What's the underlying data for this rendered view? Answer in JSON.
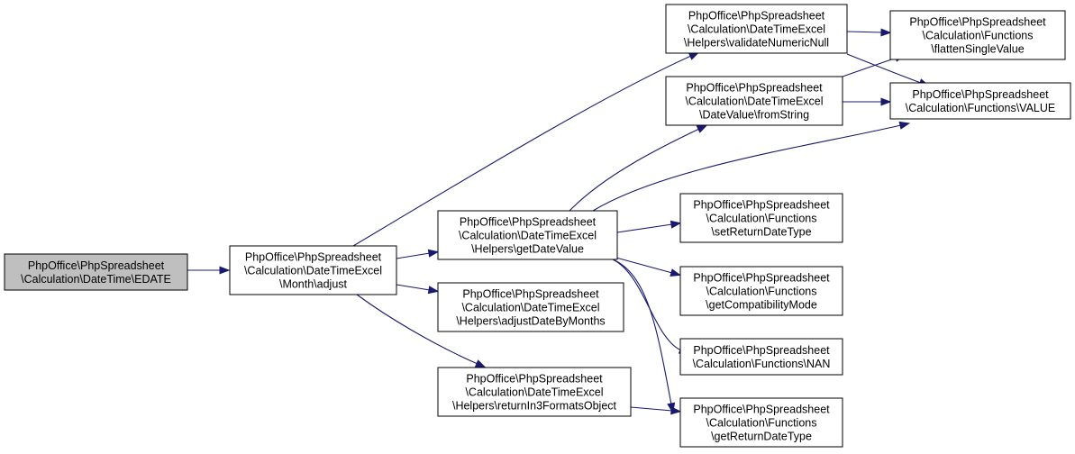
{
  "colors": {
    "root_fill": "#bfbfbf",
    "node_fill": "#ffffff",
    "border": "#000000",
    "edge": "#191970"
  },
  "nodes": [
    {
      "id": "edate",
      "lines": [
        "PhpOffice\\PhpSpreadsheet",
        "\\Calculation\\DateTime\\EDATE"
      ],
      "root": true
    },
    {
      "id": "month_adjust",
      "lines": [
        "PhpOffice\\PhpSpreadsheet",
        "\\Calculation\\DateTimeExcel",
        "\\Month\\adjust"
      ]
    },
    {
      "id": "get_date_value",
      "lines": [
        "PhpOffice\\PhpSpreadsheet",
        "\\Calculation\\DateTimeExcel",
        "\\Helpers\\getDateValue"
      ]
    },
    {
      "id": "adjust_date_by_months",
      "lines": [
        "PhpOffice\\PhpSpreadsheet",
        "\\Calculation\\DateTimeExcel",
        "\\Helpers\\adjustDateByMonths"
      ]
    },
    {
      "id": "return_in_3_formats",
      "lines": [
        "PhpOffice\\PhpSpreadsheet",
        "\\Calculation\\DateTimeExcel",
        "\\Helpers\\returnIn3FormatsObject"
      ]
    },
    {
      "id": "validate_numeric_null",
      "lines": [
        "PhpOffice\\PhpSpreadsheet",
        "\\Calculation\\DateTimeExcel",
        "\\Helpers\\validateNumericNull"
      ]
    },
    {
      "id": "from_string",
      "lines": [
        "PhpOffice\\PhpSpreadsheet",
        "\\Calculation\\DateTimeExcel",
        "\\DateValue\\fromString"
      ]
    },
    {
      "id": "set_return_date_type",
      "lines": [
        "PhpOffice\\PhpSpreadsheet",
        "\\Calculation\\Functions",
        "\\setReturnDateType"
      ]
    },
    {
      "id": "get_compatibility_mode",
      "lines": [
        "PhpOffice\\PhpSpreadsheet",
        "\\Calculation\\Functions",
        "\\getCompatibilityMode"
      ]
    },
    {
      "id": "nan",
      "lines": [
        "PhpOffice\\PhpSpreadsheet",
        "\\Calculation\\Functions\\NAN"
      ]
    },
    {
      "id": "get_return_date_type",
      "lines": [
        "PhpOffice\\PhpSpreadsheet",
        "\\Calculation\\Functions",
        "\\getReturnDateType"
      ]
    },
    {
      "id": "flatten_single_value",
      "lines": [
        "PhpOffice\\PhpSpreadsheet",
        "\\Calculation\\Functions",
        "\\flattenSingleValue"
      ]
    },
    {
      "id": "value",
      "lines": [
        "PhpOffice\\PhpSpreadsheet",
        "\\Calculation\\Functions\\VALUE"
      ]
    }
  ],
  "edges": [
    {
      "from": "edate",
      "to": "month_adjust"
    },
    {
      "from": "month_adjust",
      "to": "validate_numeric_null"
    },
    {
      "from": "month_adjust",
      "to": "get_date_value"
    },
    {
      "from": "month_adjust",
      "to": "adjust_date_by_months"
    },
    {
      "from": "month_adjust",
      "to": "return_in_3_formats"
    },
    {
      "from": "get_date_value",
      "to": "from_string"
    },
    {
      "from": "get_date_value",
      "to": "value"
    },
    {
      "from": "get_date_value",
      "to": "set_return_date_type"
    },
    {
      "from": "get_date_value",
      "to": "get_compatibility_mode"
    },
    {
      "from": "get_date_value",
      "to": "nan"
    },
    {
      "from": "get_date_value",
      "to": "get_return_date_type"
    },
    {
      "from": "return_in_3_formats",
      "to": "get_return_date_type"
    },
    {
      "from": "validate_numeric_null",
      "to": "flatten_single_value"
    },
    {
      "from": "validate_numeric_null",
      "to": "value"
    },
    {
      "from": "from_string",
      "to": "flatten_single_value"
    },
    {
      "from": "from_string",
      "to": "value"
    }
  ]
}
